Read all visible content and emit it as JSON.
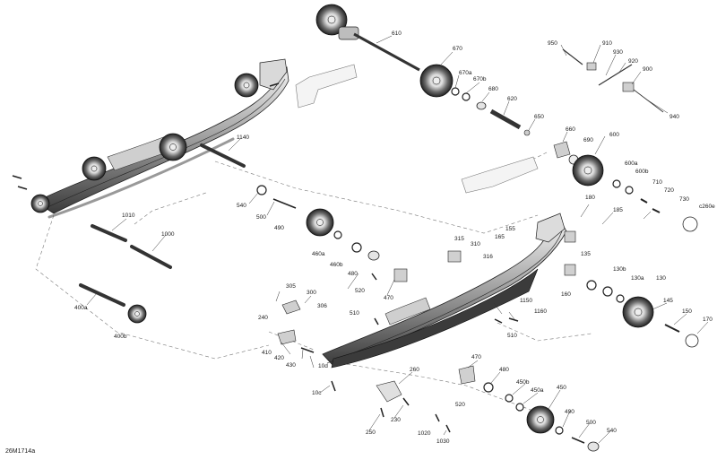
{
  "drawing_ref": "26M1714a",
  "callouts": [
    {
      "id": "610",
      "label": "610"
    },
    {
      "id": "670",
      "label": "670"
    },
    {
      "id": "670a",
      "label": "670a"
    },
    {
      "id": "670b",
      "label": "670b"
    },
    {
      "id": "680",
      "label": "680"
    },
    {
      "id": "620",
      "label": "620"
    },
    {
      "id": "650",
      "label": "650"
    },
    {
      "id": "950",
      "label": "950"
    },
    {
      "id": "910",
      "label": "910"
    },
    {
      "id": "930",
      "label": "930"
    },
    {
      "id": "920",
      "label": "920"
    },
    {
      "id": "900",
      "label": "900"
    },
    {
      "id": "940",
      "label": "940"
    },
    {
      "id": "660",
      "label": "660"
    },
    {
      "id": "690",
      "label": "690"
    },
    {
      "id": "600",
      "label": "600"
    },
    {
      "id": "600a",
      "label": "600a"
    },
    {
      "id": "600b",
      "label": "600b"
    },
    {
      "id": "710",
      "label": "710"
    },
    {
      "id": "720",
      "label": "720"
    },
    {
      "id": "730",
      "label": "730"
    },
    {
      "id": "c260e",
      "label": "c260e"
    },
    {
      "id": "1140",
      "label": "1140"
    },
    {
      "id": "180",
      "label": "180"
    },
    {
      "id": "185",
      "label": "185"
    },
    {
      "id": "540a",
      "label": "540"
    },
    {
      "id": "500a",
      "label": "500"
    },
    {
      "id": "490a",
      "label": "490"
    },
    {
      "id": "460a",
      "label": "460a"
    },
    {
      "id": "460b",
      "label": "460b"
    },
    {
      "id": "480a",
      "label": "480"
    },
    {
      "id": "1010",
      "label": "1010"
    },
    {
      "id": "1000",
      "label": "1000"
    },
    {
      "id": "155",
      "label": "155"
    },
    {
      "id": "165",
      "label": "165"
    },
    {
      "id": "315",
      "label": "315"
    },
    {
      "id": "310",
      "label": "310"
    },
    {
      "id": "316",
      "label": "316"
    },
    {
      "id": "135",
      "label": "135"
    },
    {
      "id": "130b",
      "label": "130b"
    },
    {
      "id": "130a",
      "label": "130a"
    },
    {
      "id": "130",
      "label": "130"
    },
    {
      "id": "160",
      "label": "160"
    },
    {
      "id": "520a",
      "label": "520"
    },
    {
      "id": "470a",
      "label": "470"
    },
    {
      "id": "305",
      "label": "305"
    },
    {
      "id": "300",
      "label": "300"
    },
    {
      "id": "306",
      "label": "306"
    },
    {
      "id": "400a",
      "label": "400a"
    },
    {
      "id": "400b",
      "label": "400b"
    },
    {
      "id": "240",
      "label": "240"
    },
    {
      "id": "510a",
      "label": "510"
    },
    {
      "id": "510b",
      "label": "510"
    },
    {
      "id": "1150",
      "label": "1150"
    },
    {
      "id": "1160",
      "label": "1160"
    },
    {
      "id": "145",
      "label": "145"
    },
    {
      "id": "150",
      "label": "150"
    },
    {
      "id": "170",
      "label": "170"
    },
    {
      "id": "410",
      "label": "410"
    },
    {
      "id": "420",
      "label": "420"
    },
    {
      "id": "430",
      "label": "430"
    },
    {
      "id": "10d",
      "label": "10d"
    },
    {
      "id": "10c",
      "label": "10c"
    },
    {
      "id": "260",
      "label": "260"
    },
    {
      "id": "470b",
      "label": "470"
    },
    {
      "id": "480b",
      "label": "480"
    },
    {
      "id": "450b",
      "label": "450b"
    },
    {
      "id": "450a",
      "label": "450a"
    },
    {
      "id": "450",
      "label": "450"
    },
    {
      "id": "520b",
      "label": "520"
    },
    {
      "id": "250",
      "label": "250"
    },
    {
      "id": "230",
      "label": "230"
    },
    {
      "id": "490b",
      "label": "490"
    },
    {
      "id": "500b",
      "label": "500"
    },
    {
      "id": "540b",
      "label": "540"
    },
    {
      "id": "1020",
      "label": "1020"
    },
    {
      "id": "1030",
      "label": "1030"
    }
  ]
}
